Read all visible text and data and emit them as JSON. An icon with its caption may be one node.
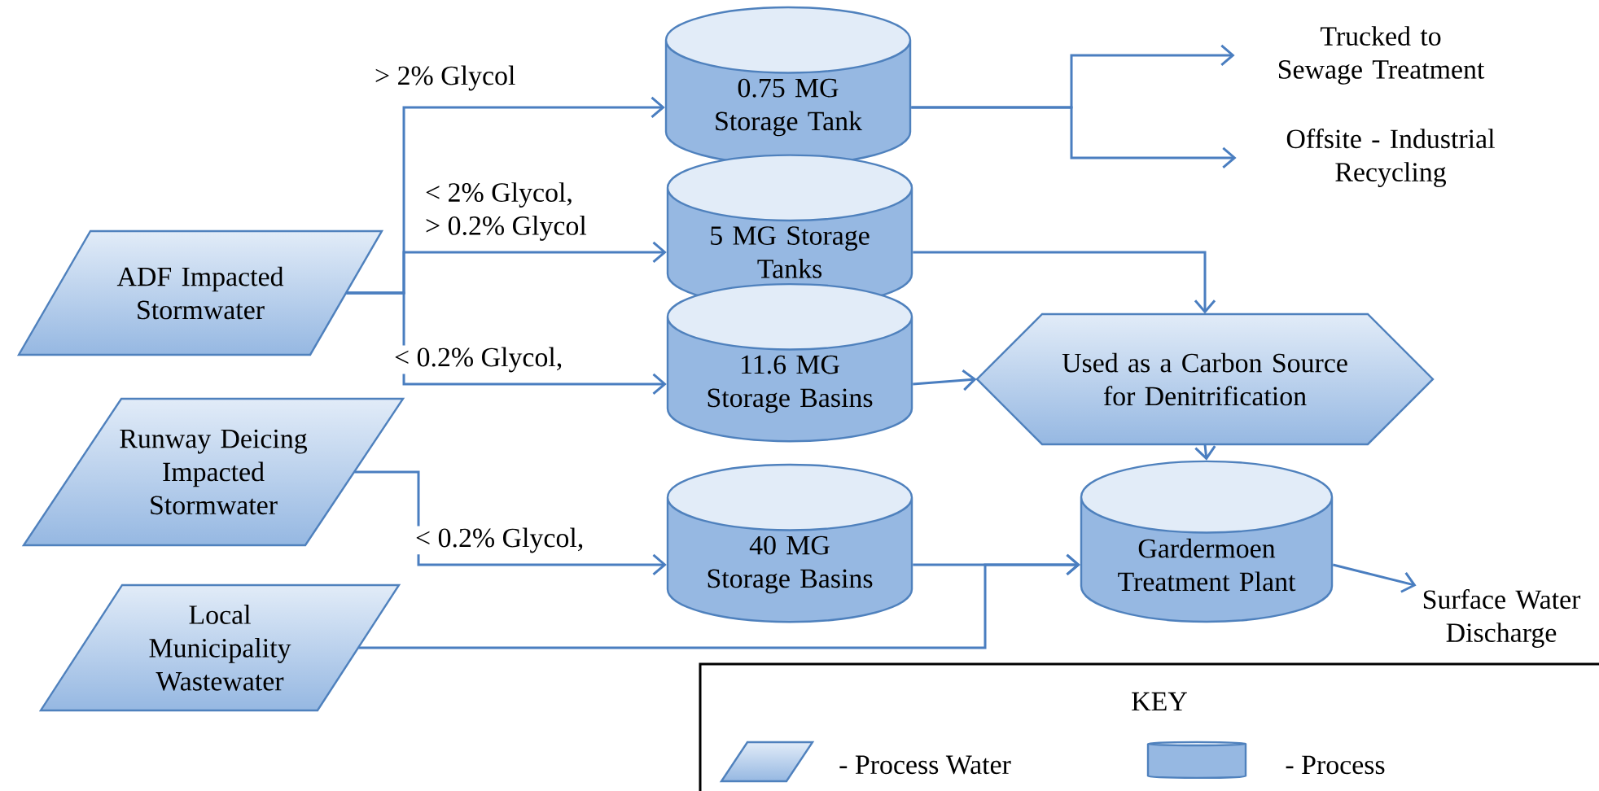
{
  "diagram": {
    "nodes": [
      {
        "text": [
          "ADF Impacted Stormwater"
        ]
      },
      {
        "text": [
          "Runway Deicing Impacted Stormwater"
        ]
      },
      {
        "text": [
          "Local Municipality Wastewater"
        ]
      },
      {
        "text": [
          "0.75 MG Storage Tank"
        ]
      },
      {
        "text": [
          "5 MG Storage Tanks"
        ]
      },
      {
        "text": [
          "11.6 MG Storage Basins"
        ]
      },
      {
        "text": [
          "40 MG Storage Basins"
        ]
      },
      {
        "text": [
          "Trucked to Sewage Treatment"
        ]
      },
      {
        "text": [
          "Offsite - Industrial Recycling"
        ]
      },
      {
        "text": [
          "Used as a Carbon Source for Denitrification"
        ]
      },
      {
        "text": [
          "Gardermoen Treatment Plant"
        ]
      },
      {
        "text": [
          "Surface Water Discharge"
        ]
      }
    ],
    "edges": [
      {
        "from": 0,
        "to": 3,
        "arrow": "to",
        "label": "> 2% Glycol"
      },
      {
        "from": 0,
        "to": 4,
        "arrow": "to",
        "label": "< 2% Glycol, > 0.2% Glycol"
      },
      {
        "from": 0,
        "to": 5,
        "arrow": "to",
        "label": "< 0.2% Glycol,"
      },
      {
        "from": 1,
        "to": 6,
        "arrow": "to",
        "label": "< 0.2% Glycol,"
      },
      {
        "from": 3,
        "to": 7,
        "arrow": "to"
      },
      {
        "from": 3,
        "to": 8,
        "arrow": "to"
      },
      {
        "from": 4,
        "to": 9,
        "arrow": "to"
      },
      {
        "from": 5,
        "to": 9,
        "arrow": "to"
      },
      {
        "from": 9,
        "to": 10,
        "arrow": "to"
      },
      {
        "from": 6,
        "to": 10,
        "arrow": "to"
      },
      {
        "from": 2,
        "to": 10,
        "arrow": "to"
      },
      {
        "from": 10,
        "to": 11,
        "arrow": "to"
      }
    ],
    "labels": [
      "KEY"
    ],
    "legend": [
      {
        "text": "- Process Water"
      },
      {
        "text": "- Process"
      }
    ]
  }
}
